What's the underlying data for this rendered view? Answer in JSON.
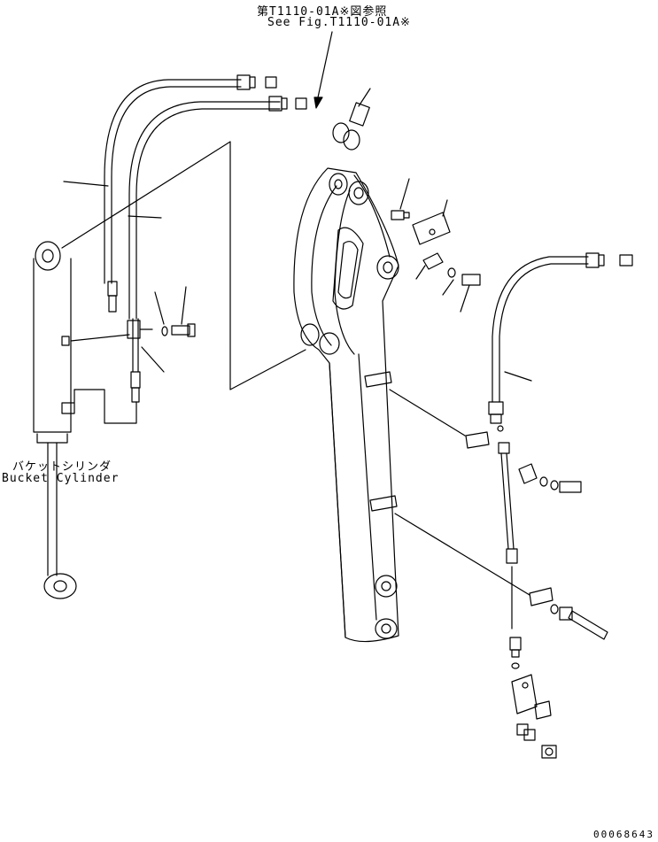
{
  "reference_note": {
    "japanese": "第T1110-01A※図参照",
    "english": "See Fig.T1110-01A※"
  },
  "bucket_cylinder_label": {
    "japanese": "バケットシリンダ",
    "english": "Bucket Cylinder"
  },
  "drawing_number": "00068643",
  "colors": {
    "line": "#000000",
    "background": "#ffffff"
  }
}
